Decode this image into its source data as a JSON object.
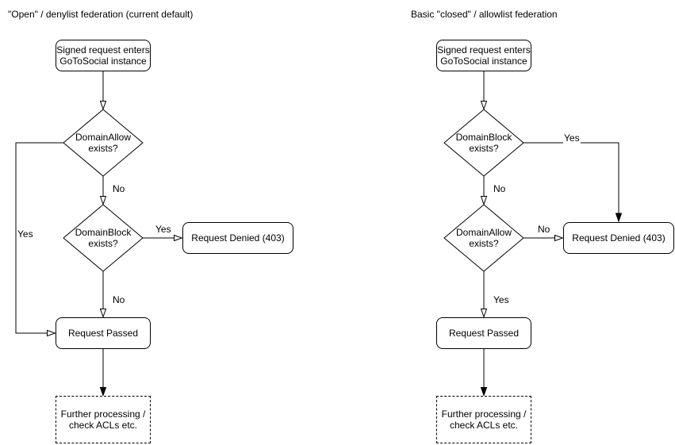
{
  "charts": {
    "left": {
      "title": "\"Open\" / denylist federation (current default)",
      "start_line1": "Signed request enters",
      "start_line2": "GoToSocial instance",
      "decision1_line1": "DomainAllow",
      "decision1_line2": "exists?",
      "decision2_line1": "DomainBlock",
      "decision2_line2": "exists?",
      "denied": "Request Denied (403)",
      "passed": "Request Passed",
      "further_line1": "Further processing /",
      "further_line2": "check ACLs etc.",
      "label_d1_branch": "Yes",
      "label_d1_down": "No",
      "label_d2_branch": "Yes",
      "label_d2_down": "No"
    },
    "right": {
      "title": "Basic \"closed\" / allowlist federation",
      "start_line1": "Signed request enters",
      "start_line2": "GoToSocial instance",
      "decision1_line1": "DomainBlock",
      "decision1_line2": "exists?",
      "decision2_line1": "DomainAllow",
      "decision2_line2": "exists?",
      "denied": "Request Denied (403)",
      "passed": "Request Passed",
      "further_line1": "Further processing /",
      "further_line2": "check ACLs etc.",
      "label_d1_branch": "Yes",
      "label_d1_down": "No",
      "label_d2_branch": "No",
      "label_d2_down": "Yes"
    }
  },
  "colors": {
    "stroke": "#000000",
    "node_fill": "#ffffff",
    "text": "#000000",
    "background": "#ffffff"
  }
}
